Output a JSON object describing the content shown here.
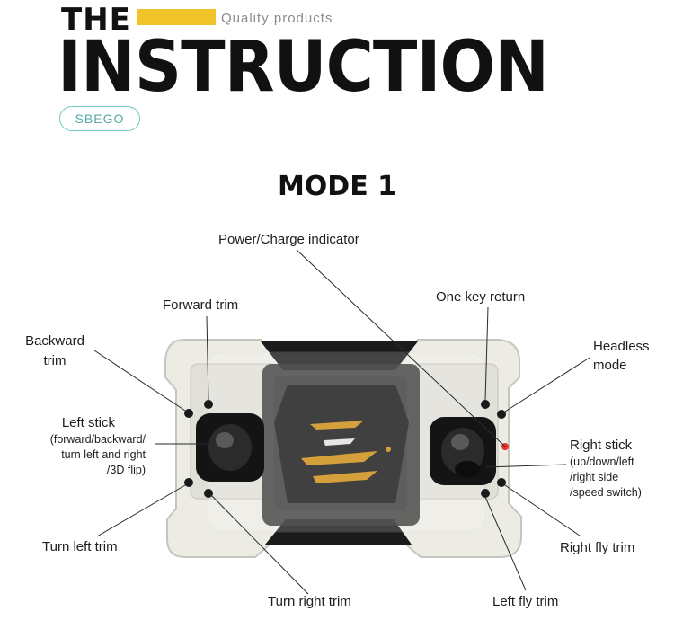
{
  "header": {
    "the": "THE",
    "quality": "Quality products",
    "title": "INSTRUCTION",
    "brand": "SBEGO",
    "accent_color": "#f0c428",
    "pill_color": "#6fc9c3"
  },
  "mode_title": "MODE 1",
  "labels": {
    "power_indicator": "Power/Charge indicator",
    "forward_trim": "Forward trim",
    "one_key_return": "One key return",
    "backward_trim_1": "Backward",
    "backward_trim_2": "trim",
    "headless_1": "Headless",
    "headless_2": "mode",
    "left_stick": "Left stick",
    "left_stick_d1": "(forward/backward/",
    "left_stick_d2": "turn left and right",
    "left_stick_d3": "/3D flip)",
    "right_stick": "Right stick",
    "right_stick_d1": "(up/down/left",
    "right_stick_d2": "/right side",
    "right_stick_d3": "/speed switch)",
    "turn_left_trim": "Turn left trim",
    "right_fly_trim": "Right fly trim",
    "turn_right_trim": "Turn right trim",
    "left_fly_trim": "Left fly trim"
  },
  "device": {
    "body_color": "#ecebe4",
    "frame_color": "#1b1b1b",
    "indicator_color": "#e8322a"
  }
}
